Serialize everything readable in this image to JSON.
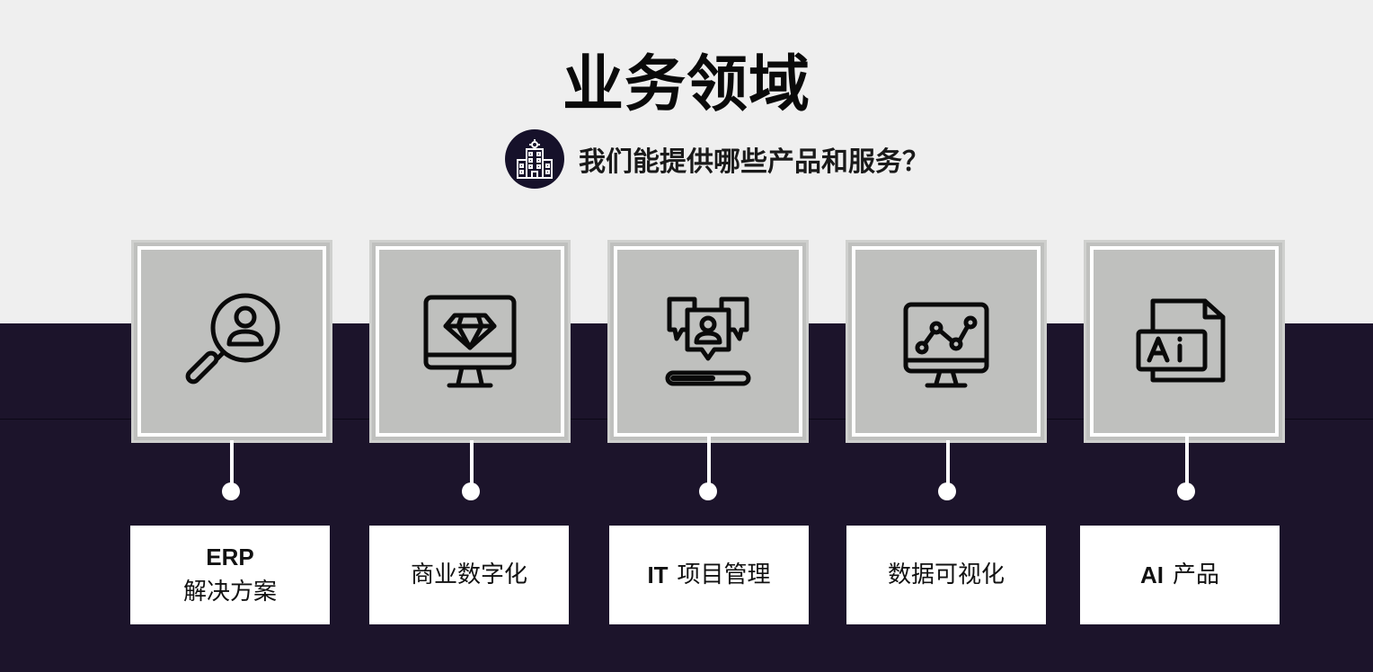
{
  "page": {
    "title": "业务领域",
    "subtitle": "我们能提供哪些产品和服务？",
    "subtitle_icon": "office-building-icon"
  },
  "colors": {
    "top_background": "#efefef",
    "bottom_background": "#1c142b",
    "card_fill": "#bfc0be",
    "label_background": "#ffffff"
  },
  "services": [
    {
      "icon": "magnifier-user-icon",
      "label_line1": "ERP",
      "label_line2": "解决方案"
    },
    {
      "icon": "monitor-diamond-icon",
      "label_prefix": "",
      "label_text": "商业数字化"
    },
    {
      "icon": "chat-user-loading-icon",
      "label_prefix": "IT",
      "label_text": "项目管理"
    },
    {
      "icon": "monitor-line-chart-icon",
      "label_prefix": "",
      "label_text": "数据可视化"
    },
    {
      "icon": "ai-file-icon",
      "label_prefix": "AI",
      "label_text": "产品"
    }
  ]
}
